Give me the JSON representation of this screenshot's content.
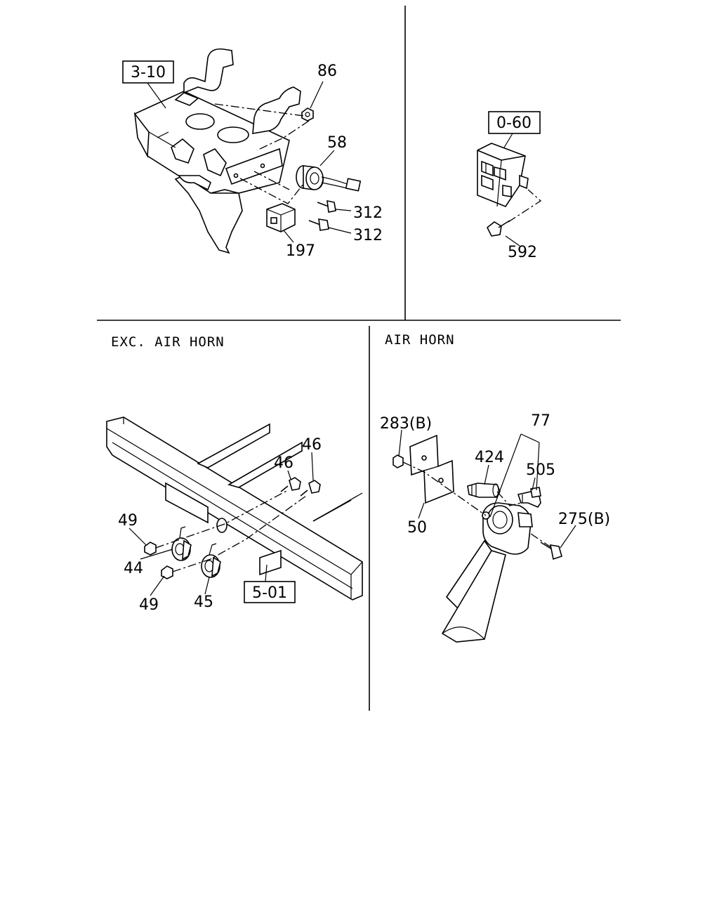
{
  "panels": {
    "top_left": {
      "ref_box": "3-10",
      "callouts": [
        "86",
        "58",
        "312",
        "312",
        "197"
      ]
    },
    "top_right": {
      "ref_box": "0-60",
      "callouts": [
        "592"
      ]
    },
    "bottom_left": {
      "caption": "EXC. AIR HORN",
      "ref_box": "5-01",
      "callouts": [
        "46",
        "46",
        "49",
        "44",
        "49",
        "45"
      ]
    },
    "bottom_right": {
      "caption": "AIR HORN",
      "callouts": [
        "77",
        "283(B)",
        "424",
        "505",
        "275(B)",
        "50"
      ]
    }
  }
}
